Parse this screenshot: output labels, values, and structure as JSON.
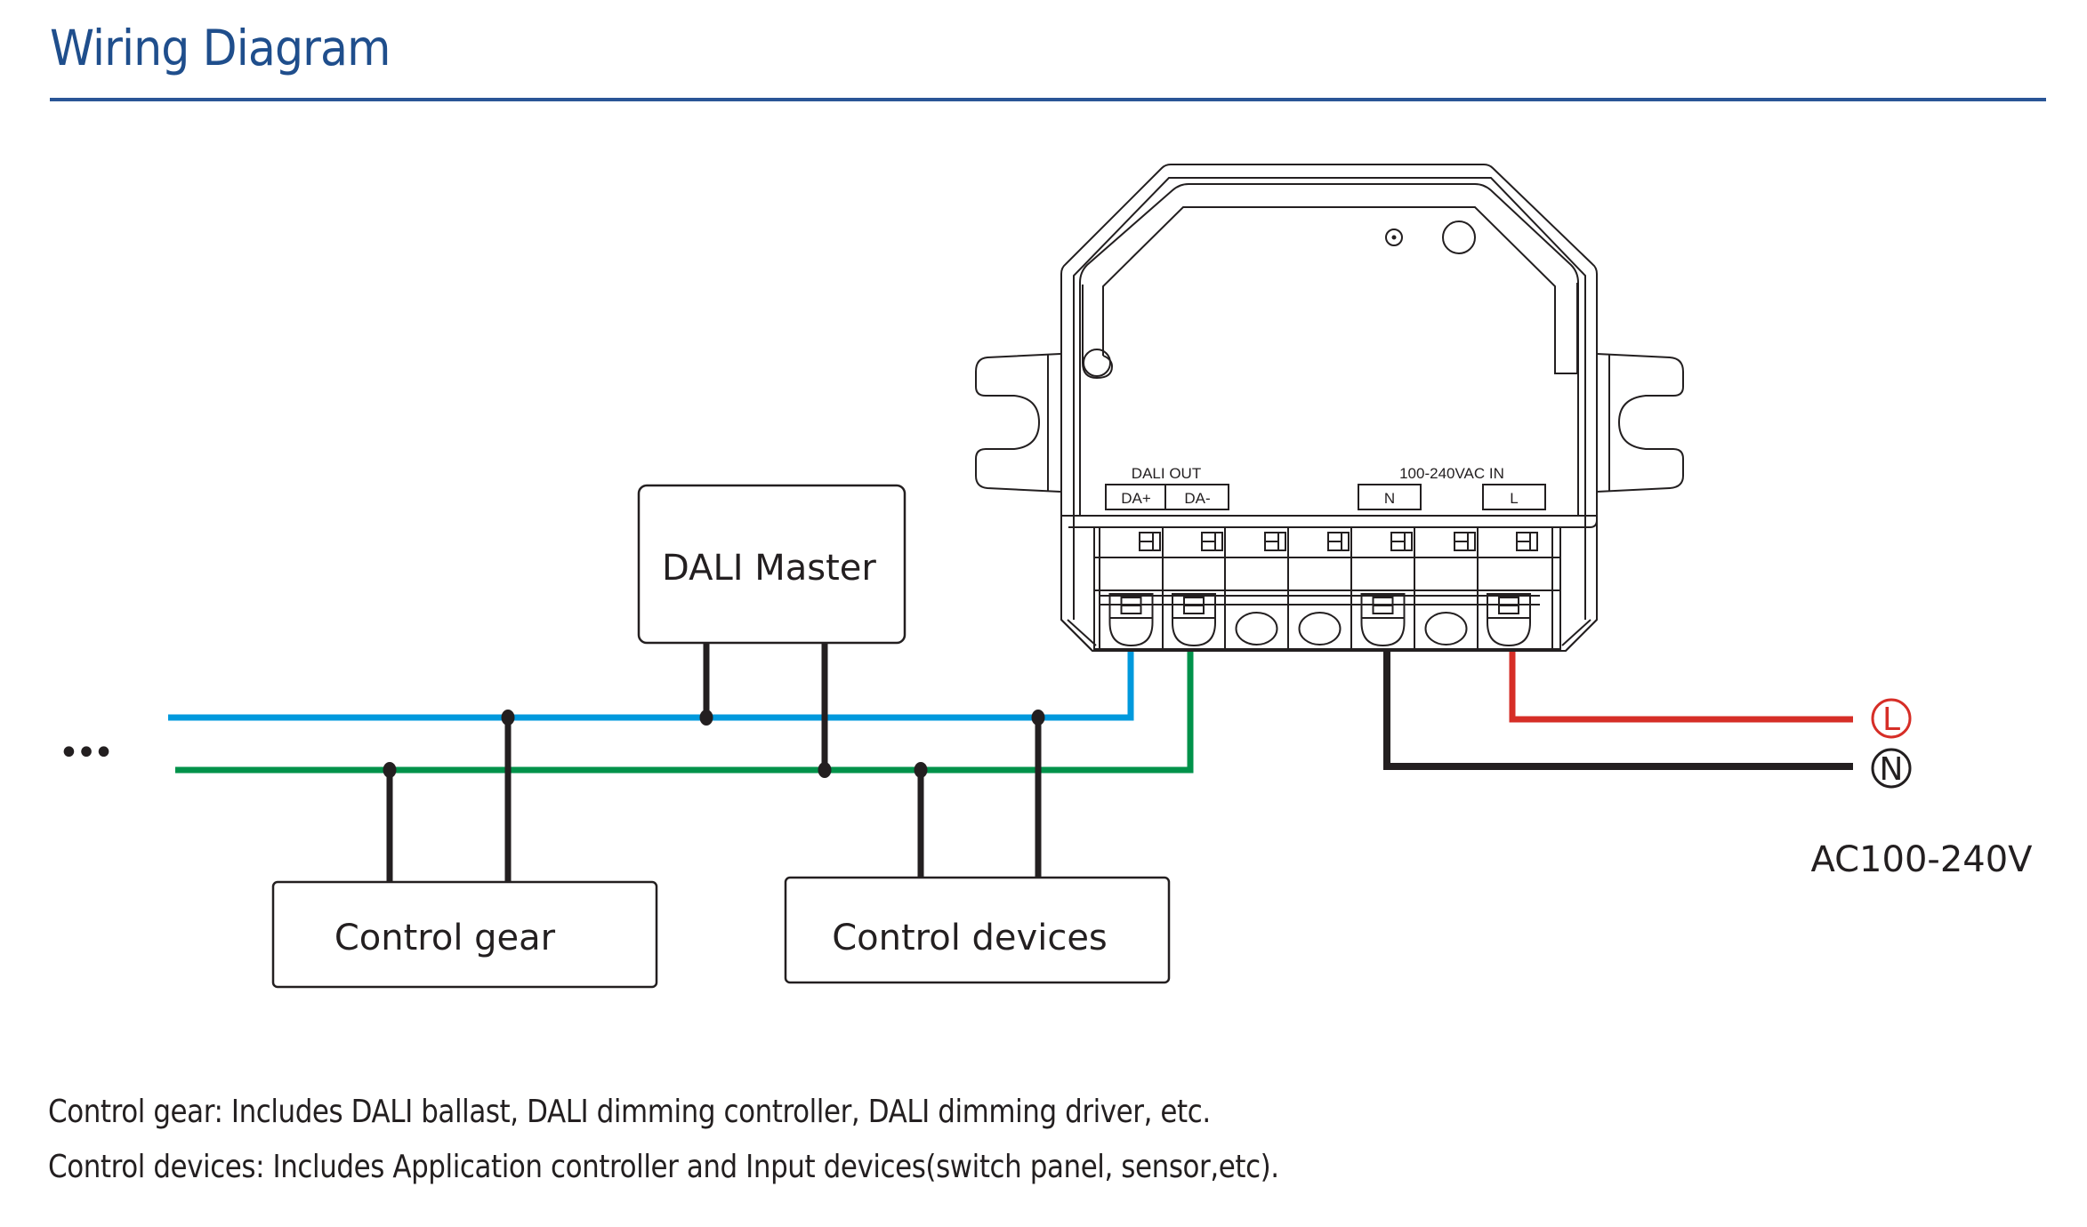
{
  "header": {
    "title": "Wiring Diagram"
  },
  "colors": {
    "title": "#1f4e8c",
    "da_plus_wire": "#0099dd",
    "da_minus_wire": "#00924a",
    "line_wire": "#d62e27",
    "neutral_wire": "#231f20",
    "stroke": "#231f20"
  },
  "diagram": {
    "continuation_symbol": "•••",
    "boxes": {
      "dali_master": "DALI Master",
      "control_gear": "Control gear",
      "control_devices": "Control devices"
    },
    "device": {
      "dali_out_label": "DALI OUT",
      "terminal_da_plus": "DA+",
      "terminal_da_minus": "DA-",
      "power_in_label": "100-240VAC IN",
      "terminal_n": "N",
      "terminal_l": "L"
    },
    "supply": {
      "live_symbol": "L",
      "neutral_symbol": "N",
      "voltage_label": "AC100-240V"
    }
  },
  "footer": {
    "notes": [
      "Control gear: Includes DALI ballast, DALI dimming controller, DALI dimming driver, etc.",
      "Control devices: Includes Application controller and Input devices(switch panel, sensor,etc)."
    ]
  }
}
